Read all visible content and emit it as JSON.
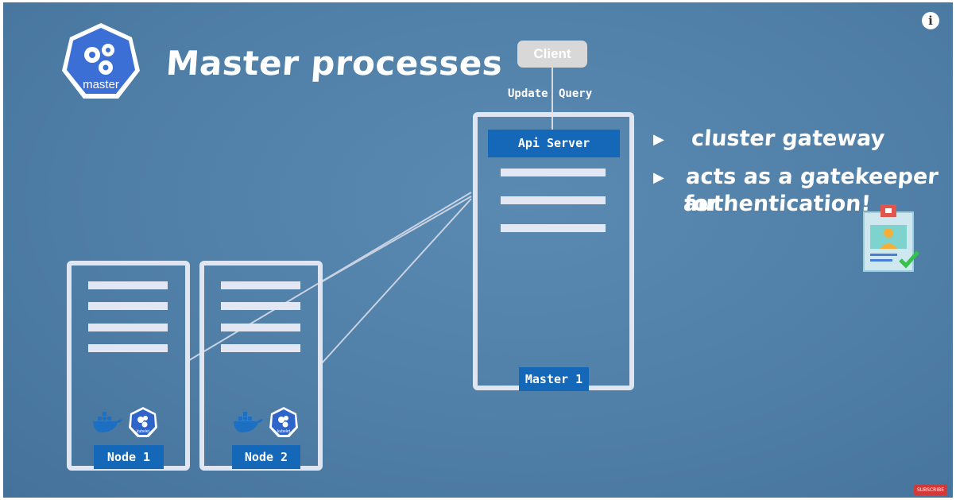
{
  "title": "Master processes",
  "logo_label": "master",
  "client": {
    "label": "Client",
    "update_label": "Update",
    "query_label": "Query"
  },
  "master": {
    "api_server_label": "Api Server",
    "name": "Master 1"
  },
  "nodes": [
    {
      "name": "Node 1",
      "kubelet_label": "kubelet"
    },
    {
      "name": "Node 2",
      "kubelet_label": "kubelet"
    }
  ],
  "bullets": [
    {
      "text_lines": [
        "cluster gateway"
      ]
    },
    {
      "text_lines": [
        "acts as a gatekeeper for",
        "authentication!"
      ]
    }
  ],
  "info_icon": "info-icon",
  "colors": {
    "background": "#4f7ea6",
    "accent": "#1567b8",
    "server_frame": "#dfe6f2"
  }
}
